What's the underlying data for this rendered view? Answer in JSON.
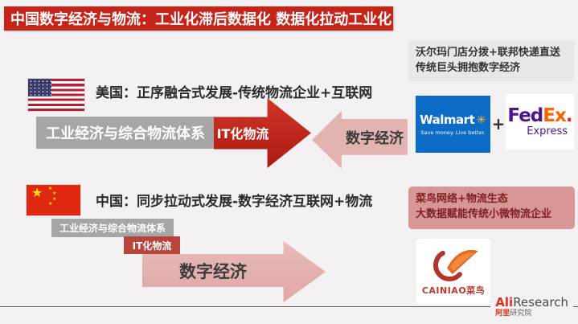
{
  "colors": {
    "title-red": "#c5241b",
    "arrow-pink": "#e2b3b1",
    "bar-gray": "#a7a5a6",
    "bar-red-small": "#b7453e",
    "note-gray-bg": "#e9e7e7",
    "note-pink-bg": "#d89697",
    "note-pink-text": "#7e2022",
    "walmart-blue": "#0c6bc5",
    "walmart-yellow": "#fdbb30",
    "fedex-purple": "#4d148c",
    "fedex-orange": "#ff6200",
    "cainiao-red": "#c0392b",
    "cainiao-orange": "#e96a1e",
    "ali-red": "#e0301e"
  },
  "title": "中国数字经济与物流：工业化滞后数据化 数据化拉动工业化",
  "usa": {
    "heading": "美国：正序融合式发展-传统物流企业+互联网",
    "industry_bar": "工业经济与综合物流体系",
    "it_arrow": "IT化物流",
    "digital_arrow": "数字经济",
    "note_line1": "沃尔玛门店分拨+联邦快递直送",
    "note_line2": "传统巨头拥抱数字经济",
    "walmart_name": "Walmart",
    "walmart_spark": "✳",
    "walmart_tagline": "Save money. Live better.",
    "plus": "+",
    "fedex_fed": "Fed",
    "fedex_ex": "Ex",
    "fedex_dot": ".",
    "fedex_express": "Express"
  },
  "china": {
    "heading": "中国：同步拉动式发展-数字经济互联网+物流",
    "industry_bar": "工业经济与综合物流体系",
    "it_bar": "IT化物流",
    "digital_arrow": "数字经济",
    "note_line1": "菜鸟网络+物流生态",
    "note_line2": "大数据赋能传统小微物流企业",
    "cainiao_en": "CAINIAO",
    "cainiao_cn": "菜鸟"
  },
  "footer": {
    "ali": "Ali",
    "research": "Research",
    "ali_cn": "阿里",
    "research_cn": "研究院"
  }
}
